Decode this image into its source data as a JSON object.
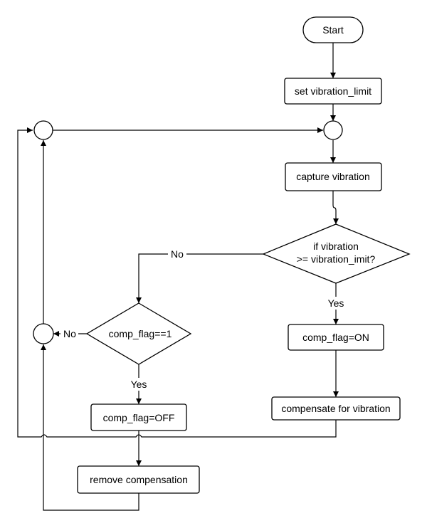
{
  "nodes": {
    "start": "Start",
    "set_limit": "set vibration_limit",
    "capture": "capture vibration",
    "decision_vibration_line1": "if vibration",
    "decision_vibration_line2": ">= vibration_imit?",
    "comp_on": "comp_flag=ON",
    "compensate": "compensate for vibration",
    "decision_flag": "comp_flag==1",
    "comp_off": "comp_flag=OFF",
    "remove": "remove compensation"
  },
  "edges": {
    "vibration_no": "No",
    "vibration_yes": "Yes",
    "flag_no": "No",
    "flag_yes": "Yes"
  }
}
